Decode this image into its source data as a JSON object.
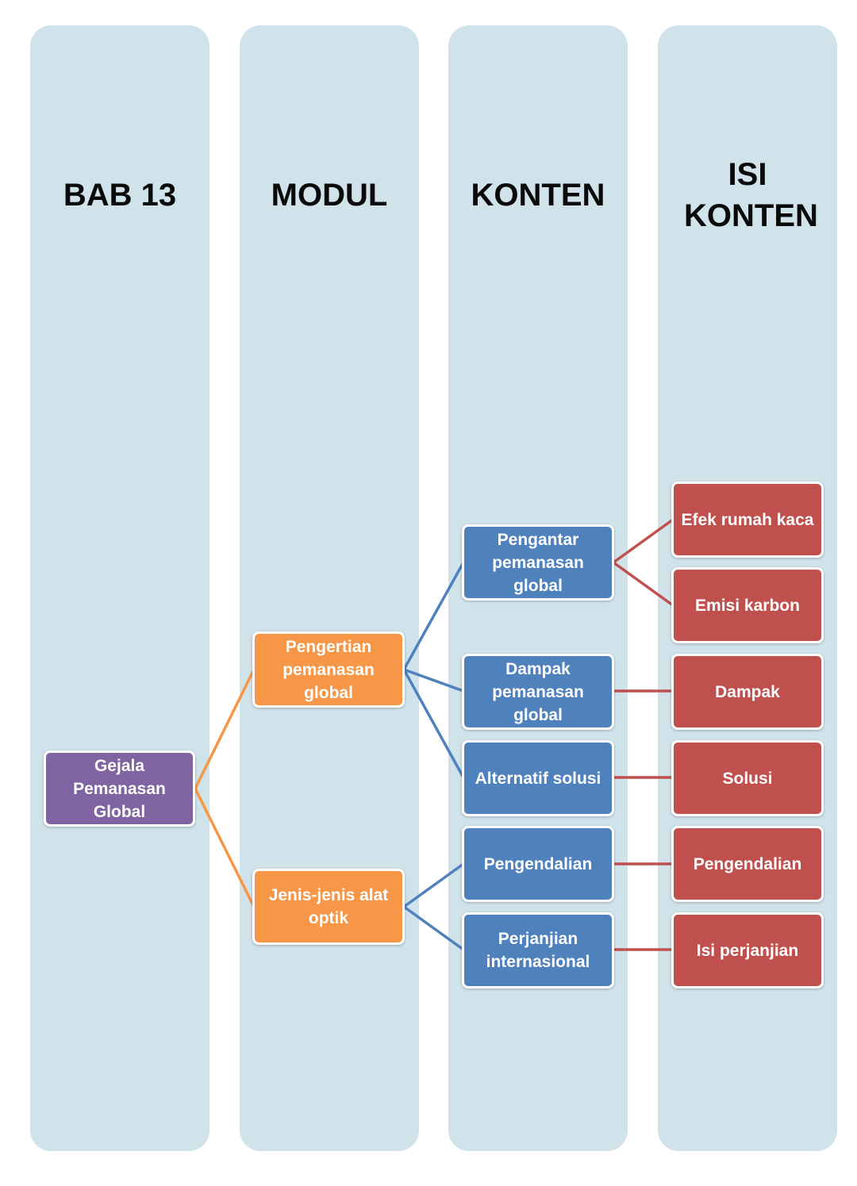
{
  "columns": [
    {
      "title": "BAB 13"
    },
    {
      "title": "MODUL"
    },
    {
      "title": "KONTEN"
    },
    {
      "title": "ISI KONTEN"
    }
  ],
  "colors": {
    "column_bg": "#d0e2ea",
    "bab": "#8064a2",
    "modul": "#f79646",
    "konten": "#4f81bd",
    "isi": "#c0504d"
  },
  "bab": {
    "label": "Gejala Pemanasan Global"
  },
  "modul": [
    {
      "label": "Pengertian pemanasan global"
    },
    {
      "label": "Jenis-jenis alat optik"
    }
  ],
  "konten": [
    {
      "label": "Pengantar pemanasan global"
    },
    {
      "label": "Dampak pemanasan global"
    },
    {
      "label": "Alternatif solusi"
    },
    {
      "label": "Pengendalian"
    },
    {
      "label": "Perjanjian internasional"
    }
  ],
  "isi": [
    {
      "label": "Efek rumah kaca"
    },
    {
      "label": "Emisi karbon"
    },
    {
      "label": "Dampak"
    },
    {
      "label": "Solusi"
    },
    {
      "label": "Pengendalian"
    },
    {
      "label": "Isi perjanjian"
    }
  ]
}
